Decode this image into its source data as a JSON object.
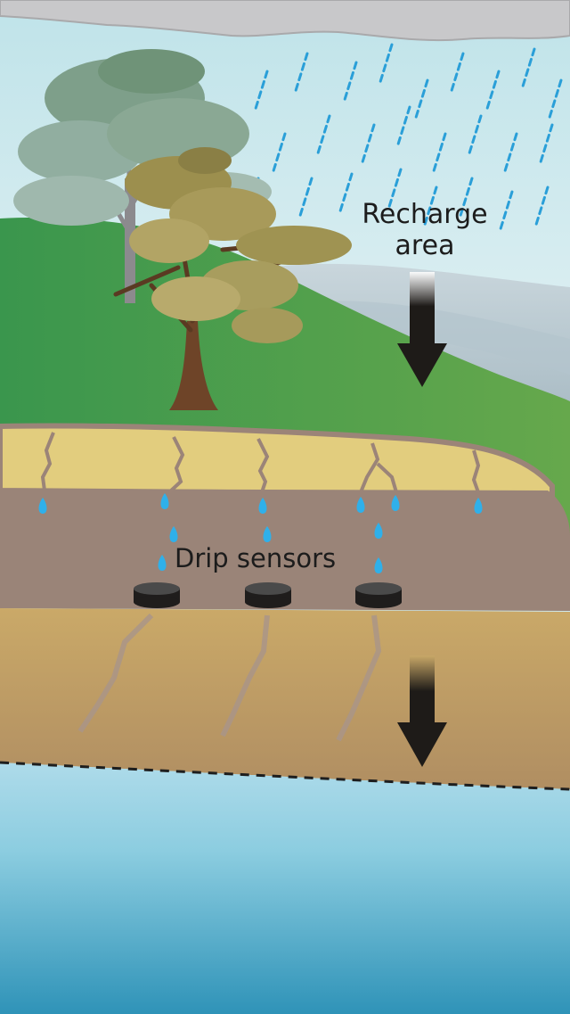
{
  "diagram": {
    "title_labels": {
      "recharge_line1": "Recharge",
      "recharge_line2": "area",
      "drip_sensors": "Drip sensors"
    },
    "layers": [
      {
        "name": "cloud",
        "color": "#c9c9c9"
      },
      {
        "name": "sky",
        "color": "#cbe8ec"
      },
      {
        "name": "hillside-grass",
        "color": "#3f9a4e"
      },
      {
        "name": "distant-hills",
        "color": "#b9c8cf"
      },
      {
        "name": "limestone-upper",
        "color": "#e2cd7e"
      },
      {
        "name": "cave-chamber",
        "color": "#9a8478"
      },
      {
        "name": "bedrock",
        "color": "#c1a06b"
      },
      {
        "name": "aquifer-water",
        "color": "#3b9fbe"
      }
    ],
    "rain_color": "#2a9fd8",
    "drip_color": "#2fb0ea",
    "arrow_color": "#1e1b18",
    "sensor_count": 3,
    "drip_count": 11,
    "icons": {
      "recharge_arrow": "arrow-down-icon",
      "infiltration_arrow": "arrow-down-icon",
      "sensor": "drip-sensor-icon",
      "drop": "water-drop-icon"
    }
  }
}
